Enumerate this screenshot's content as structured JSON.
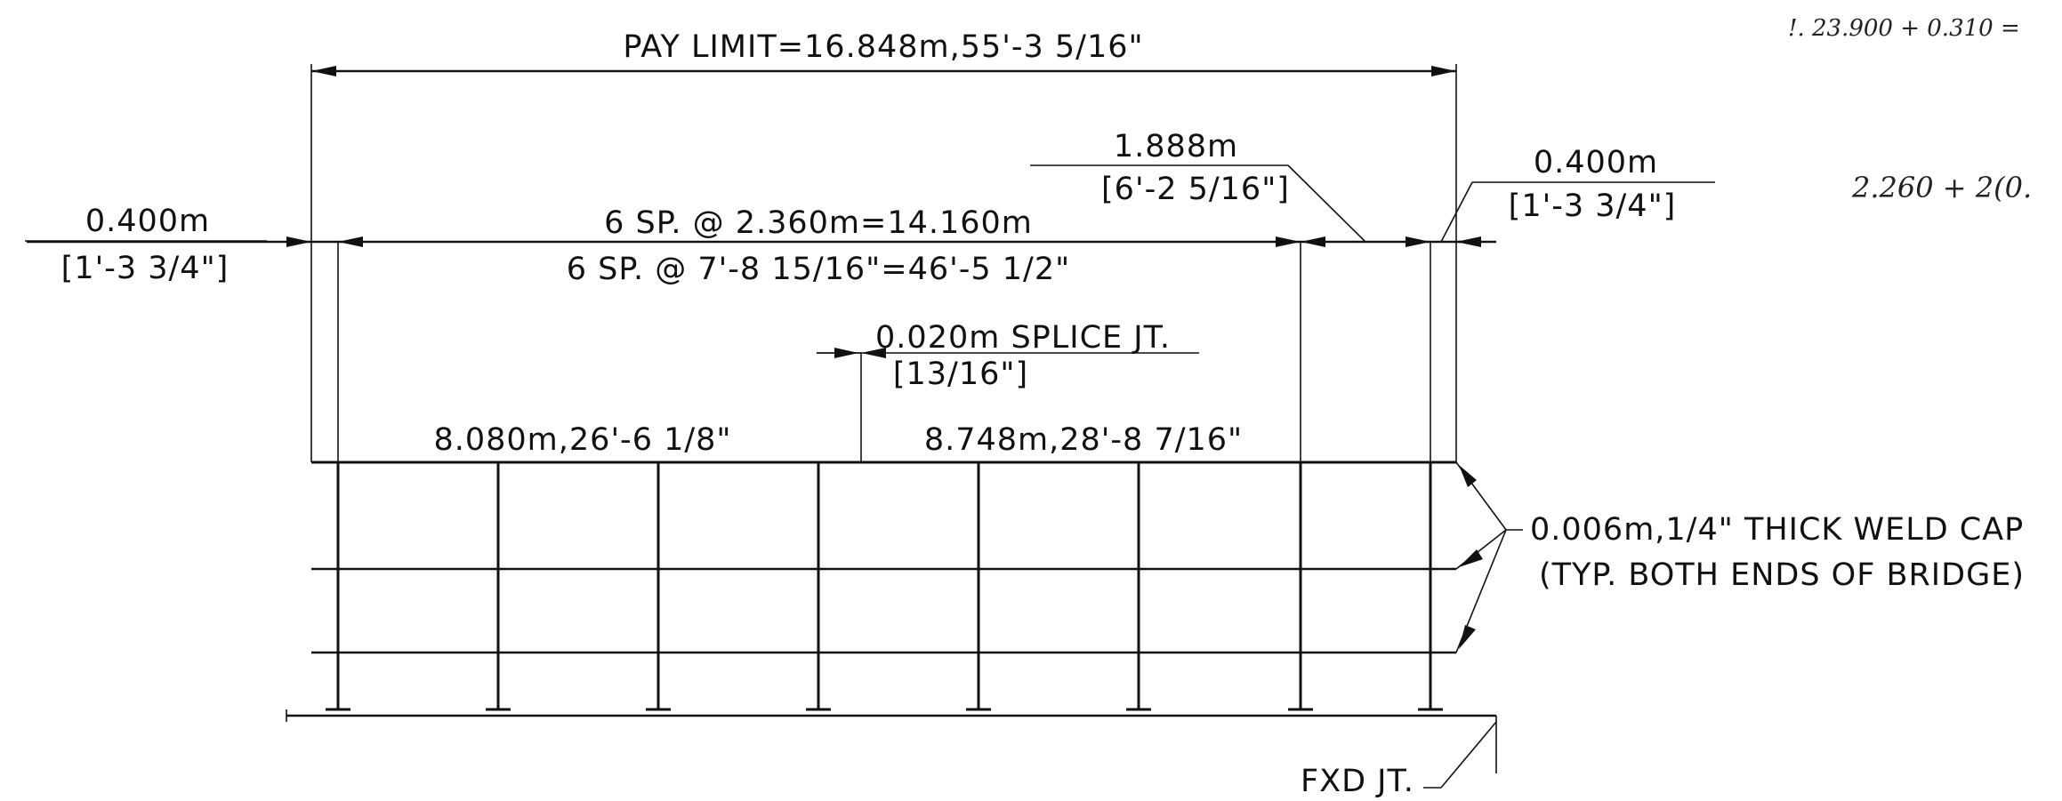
{
  "labels": {
    "pay_limit": "PAY LIMIT=16.848m,55'-3 5/16\"",
    "left_overhang_m": "0.400m",
    "left_overhang_ft": "[1'-3 3/4\"]",
    "spacing_m": "6 SP. @ 2.360m=14.160m",
    "spacing_ft": "6 SP. @ 7'-8 15/16\"=46'-5 1/2\"",
    "right_span_m": "1.888m",
    "right_span_ft": "[6'-2 5/16\"]",
    "right_overhang_m": "0.400m",
    "right_overhang_ft": "[1'-3 3/4\"]",
    "splice_m": "0.020m SPLICE JT.",
    "splice_ft": "[13/16\"]",
    "left_segment": "8.080m,26'-6 1/8\"",
    "right_segment": "8.748m,28'-8 7/16\"",
    "weld_cap_line1": "0.006m,1/4\" THICK WELD CAP",
    "weld_cap_line2": "(TYP. BOTH ENDS OF BRIDGE)",
    "fixed_joint": "FXD JT."
  },
  "handwritten": {
    "note1": "!. 23.900 + 0.310 =",
    "note2": "2.260 + 2(0."
  },
  "colors": {
    "ink": "#111111",
    "paper": "#ffffff"
  }
}
